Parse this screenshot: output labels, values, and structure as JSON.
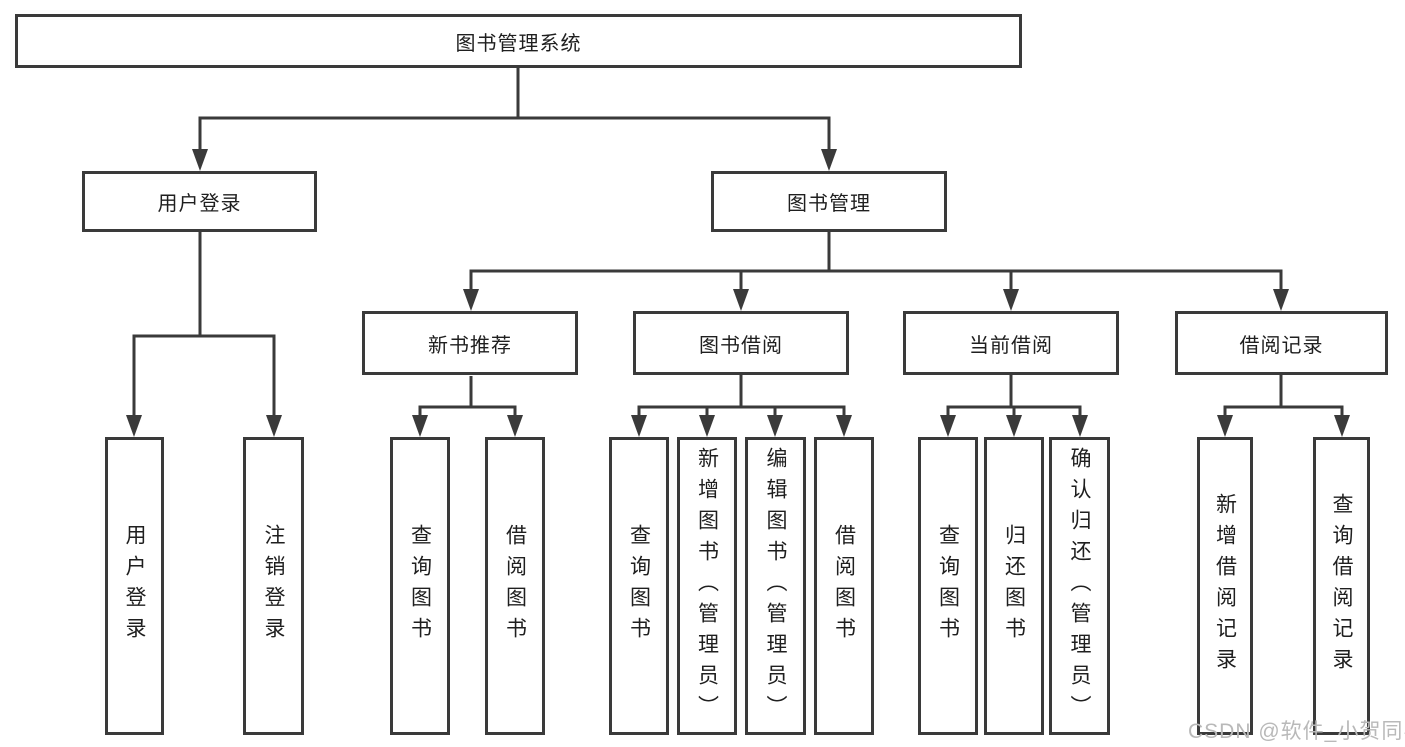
{
  "diagram": {
    "nodes": {
      "root": {
        "label": "图书管理系统"
      },
      "level2": [
        {
          "label": "用户登录"
        },
        {
          "label": "图书管理"
        }
      ],
      "level3": [
        {
          "label": "新书推荐",
          "parent": "图书管理"
        },
        {
          "label": "图书借阅",
          "parent": "图书管理"
        },
        {
          "label": "当前借阅",
          "parent": "图书管理"
        },
        {
          "label": "借阅记录",
          "parent": "图书管理"
        }
      ],
      "leaves": [
        {
          "label": "用户登录",
          "parent": "用户登录"
        },
        {
          "label": "注销登录",
          "parent": "用户登录"
        },
        {
          "label": "查询图书",
          "parent": "新书推荐"
        },
        {
          "label": "借阅图书",
          "parent": "新书推荐"
        },
        {
          "label": "查询图书",
          "parent": "图书借阅"
        },
        {
          "label": "新增图书（管理员）",
          "parent": "图书借阅"
        },
        {
          "label": "编辑图书（管理员）",
          "parent": "图书借阅"
        },
        {
          "label": "借阅图书",
          "parent": "图书借阅"
        },
        {
          "label": "查询图书",
          "parent": "当前借阅"
        },
        {
          "label": "归还图书",
          "parent": "当前借阅"
        },
        {
          "label": "确认归还（管理员）",
          "parent": "当前借阅"
        },
        {
          "label": "新增借阅记录",
          "parent": "借阅记录"
        },
        {
          "label": "查询借阅记录",
          "parent": "借阅记录"
        }
      ]
    },
    "watermark": {
      "text": "CSDN @软件_小贺同学"
    },
    "colors": {
      "line": "#3a3a3a",
      "text": "#1f1f1f",
      "box_fill": "#ffffff",
      "watermark": "#b9b9b9",
      "background": "#ffffff"
    }
  }
}
